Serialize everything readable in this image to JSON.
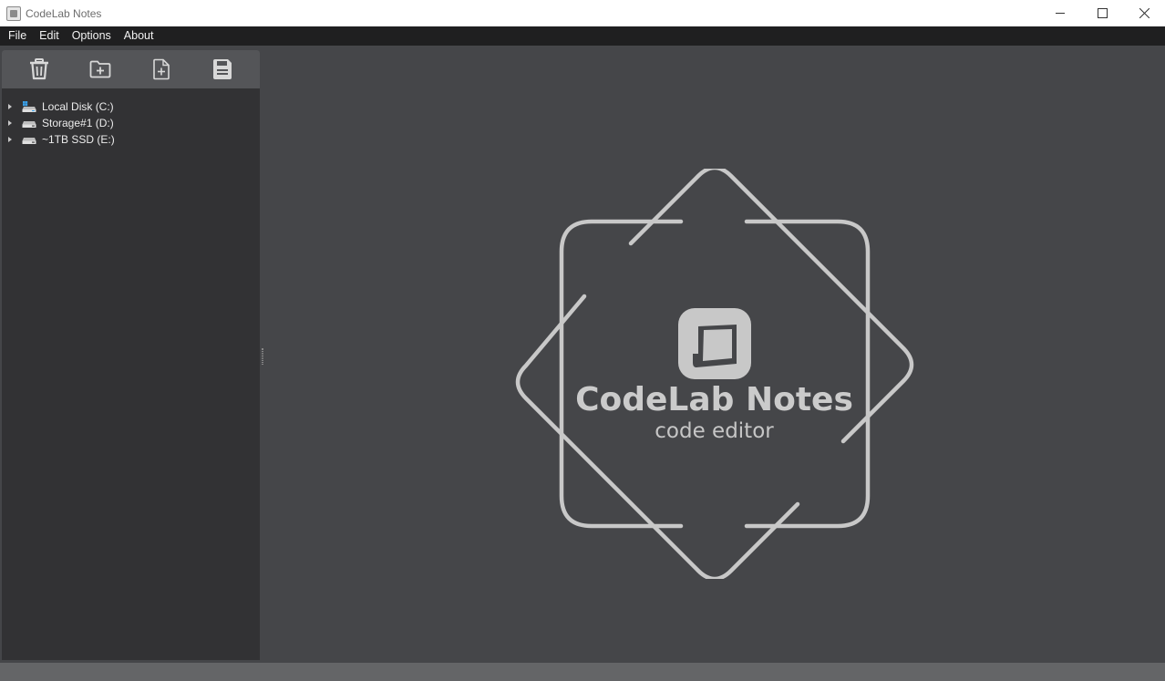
{
  "window": {
    "title": "CodeLab Notes",
    "controls": {
      "minimize": "—",
      "maximize": "☐",
      "close": "✕"
    }
  },
  "menu": {
    "items": [
      "File",
      "Edit",
      "Options",
      "About"
    ]
  },
  "toolbar": {
    "buttons": [
      {
        "icon": "trash-icon",
        "action": "delete"
      },
      {
        "icon": "new-folder-icon",
        "action": "new-folder"
      },
      {
        "icon": "new-file-icon",
        "action": "new-file"
      },
      {
        "icon": "save-icon",
        "action": "save"
      }
    ]
  },
  "file_tree": {
    "items": [
      {
        "label": "Local Disk (C:)",
        "icon": "system-drive-icon"
      },
      {
        "label": "Storage#1 (D:)",
        "icon": "drive-icon"
      },
      {
        "label": "~1TB SSD (E:)",
        "icon": "drive-icon"
      }
    ]
  },
  "splash": {
    "title": "CodeLab Notes",
    "subtitle": "code editor"
  },
  "colors": {
    "menubar": "#1f1f20",
    "sidebar": "#323234",
    "toolbar": "#545558",
    "editor": "#454649",
    "logo": "#c8c8c8",
    "statusbar": "#646567"
  }
}
